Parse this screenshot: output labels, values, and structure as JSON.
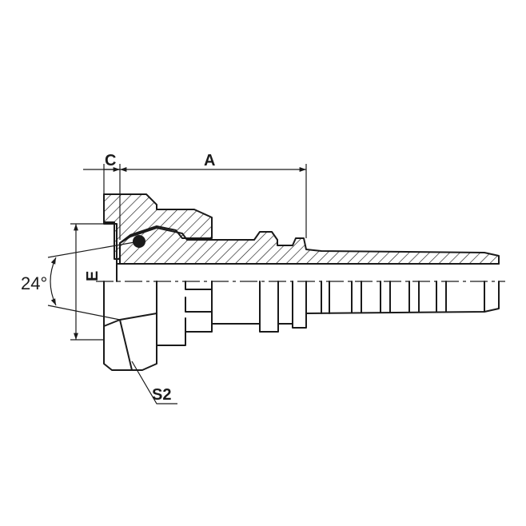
{
  "labels": {
    "dim_c": "C",
    "dim_a": "A",
    "dim_e": "E",
    "angle": "24°",
    "hex": "S2"
  }
}
